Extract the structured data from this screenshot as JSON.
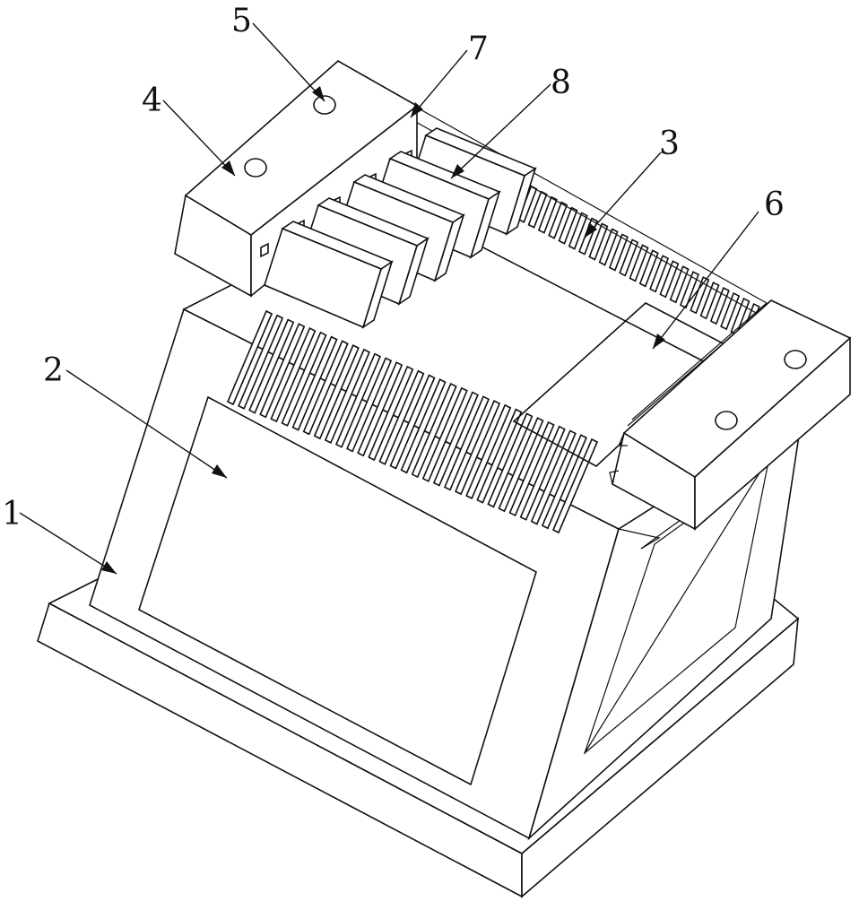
{
  "figure": {
    "callouts": [
      {
        "id": "1",
        "text": "1"
      },
      {
        "id": "2",
        "text": "2"
      },
      {
        "id": "3",
        "text": "3"
      },
      {
        "id": "4",
        "text": "4"
      },
      {
        "id": "5",
        "text": "5"
      },
      {
        "id": "6",
        "text": "6"
      },
      {
        "id": "7",
        "text": "7"
      },
      {
        "id": "8",
        "text": "8"
      }
    ]
  },
  "colors": {
    "line": "#111111",
    "background": "#ffffff"
  }
}
